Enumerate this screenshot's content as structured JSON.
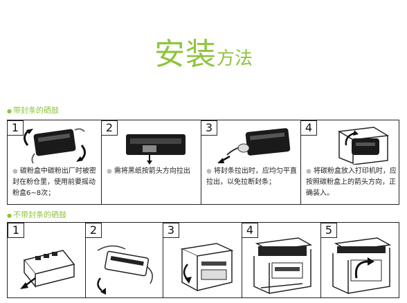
{
  "title": {
    "main": "安装",
    "sub": "方法"
  },
  "section1": {
    "label": "带封条的硒鼓",
    "steps": [
      {
        "num": "1",
        "text": "碳粉盒中碳粉出厂时被密封在粉仓里，使用前要摇动粉盒6~8次；"
      },
      {
        "num": "2",
        "text": "需将黑纸按箭头方向拉出"
      },
      {
        "num": "3",
        "text": "将封条拉出时，应均匀平直拉出，以免拉断封条；"
      },
      {
        "num": "4",
        "text": "将碳粉盒放入打印机时，应按照碳粉盒上的箭头方向，正确装入。"
      }
    ]
  },
  "section2": {
    "label": "不带封条的硒鼓",
    "steps": [
      {
        "num": "1"
      },
      {
        "num": "2"
      },
      {
        "num": "3"
      },
      {
        "num": "4"
      },
      {
        "num": "5"
      }
    ]
  },
  "colors": {
    "accent": "#8fc43c",
    "line": "#222222"
  }
}
